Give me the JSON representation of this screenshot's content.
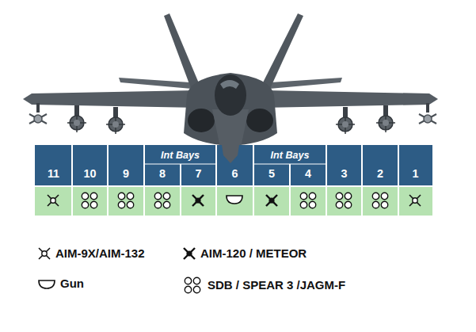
{
  "diagram": {
    "labels": [
      "Int Bays",
      "Int Bays",
      "11",
      "10",
      "9",
      "8",
      "7",
      "6",
      "5",
      "4",
      "3",
      "2",
      "1"
    ],
    "legend": [
      {
        "text": "AIM-9X/AIM-132"
      },
      {
        "text": "AIM-120 / METEOR"
      },
      {
        "text": "Gun"
      },
      {
        "text": "SDB / SPEAR 3 /JAGM-F"
      }
    ]
  }
}
